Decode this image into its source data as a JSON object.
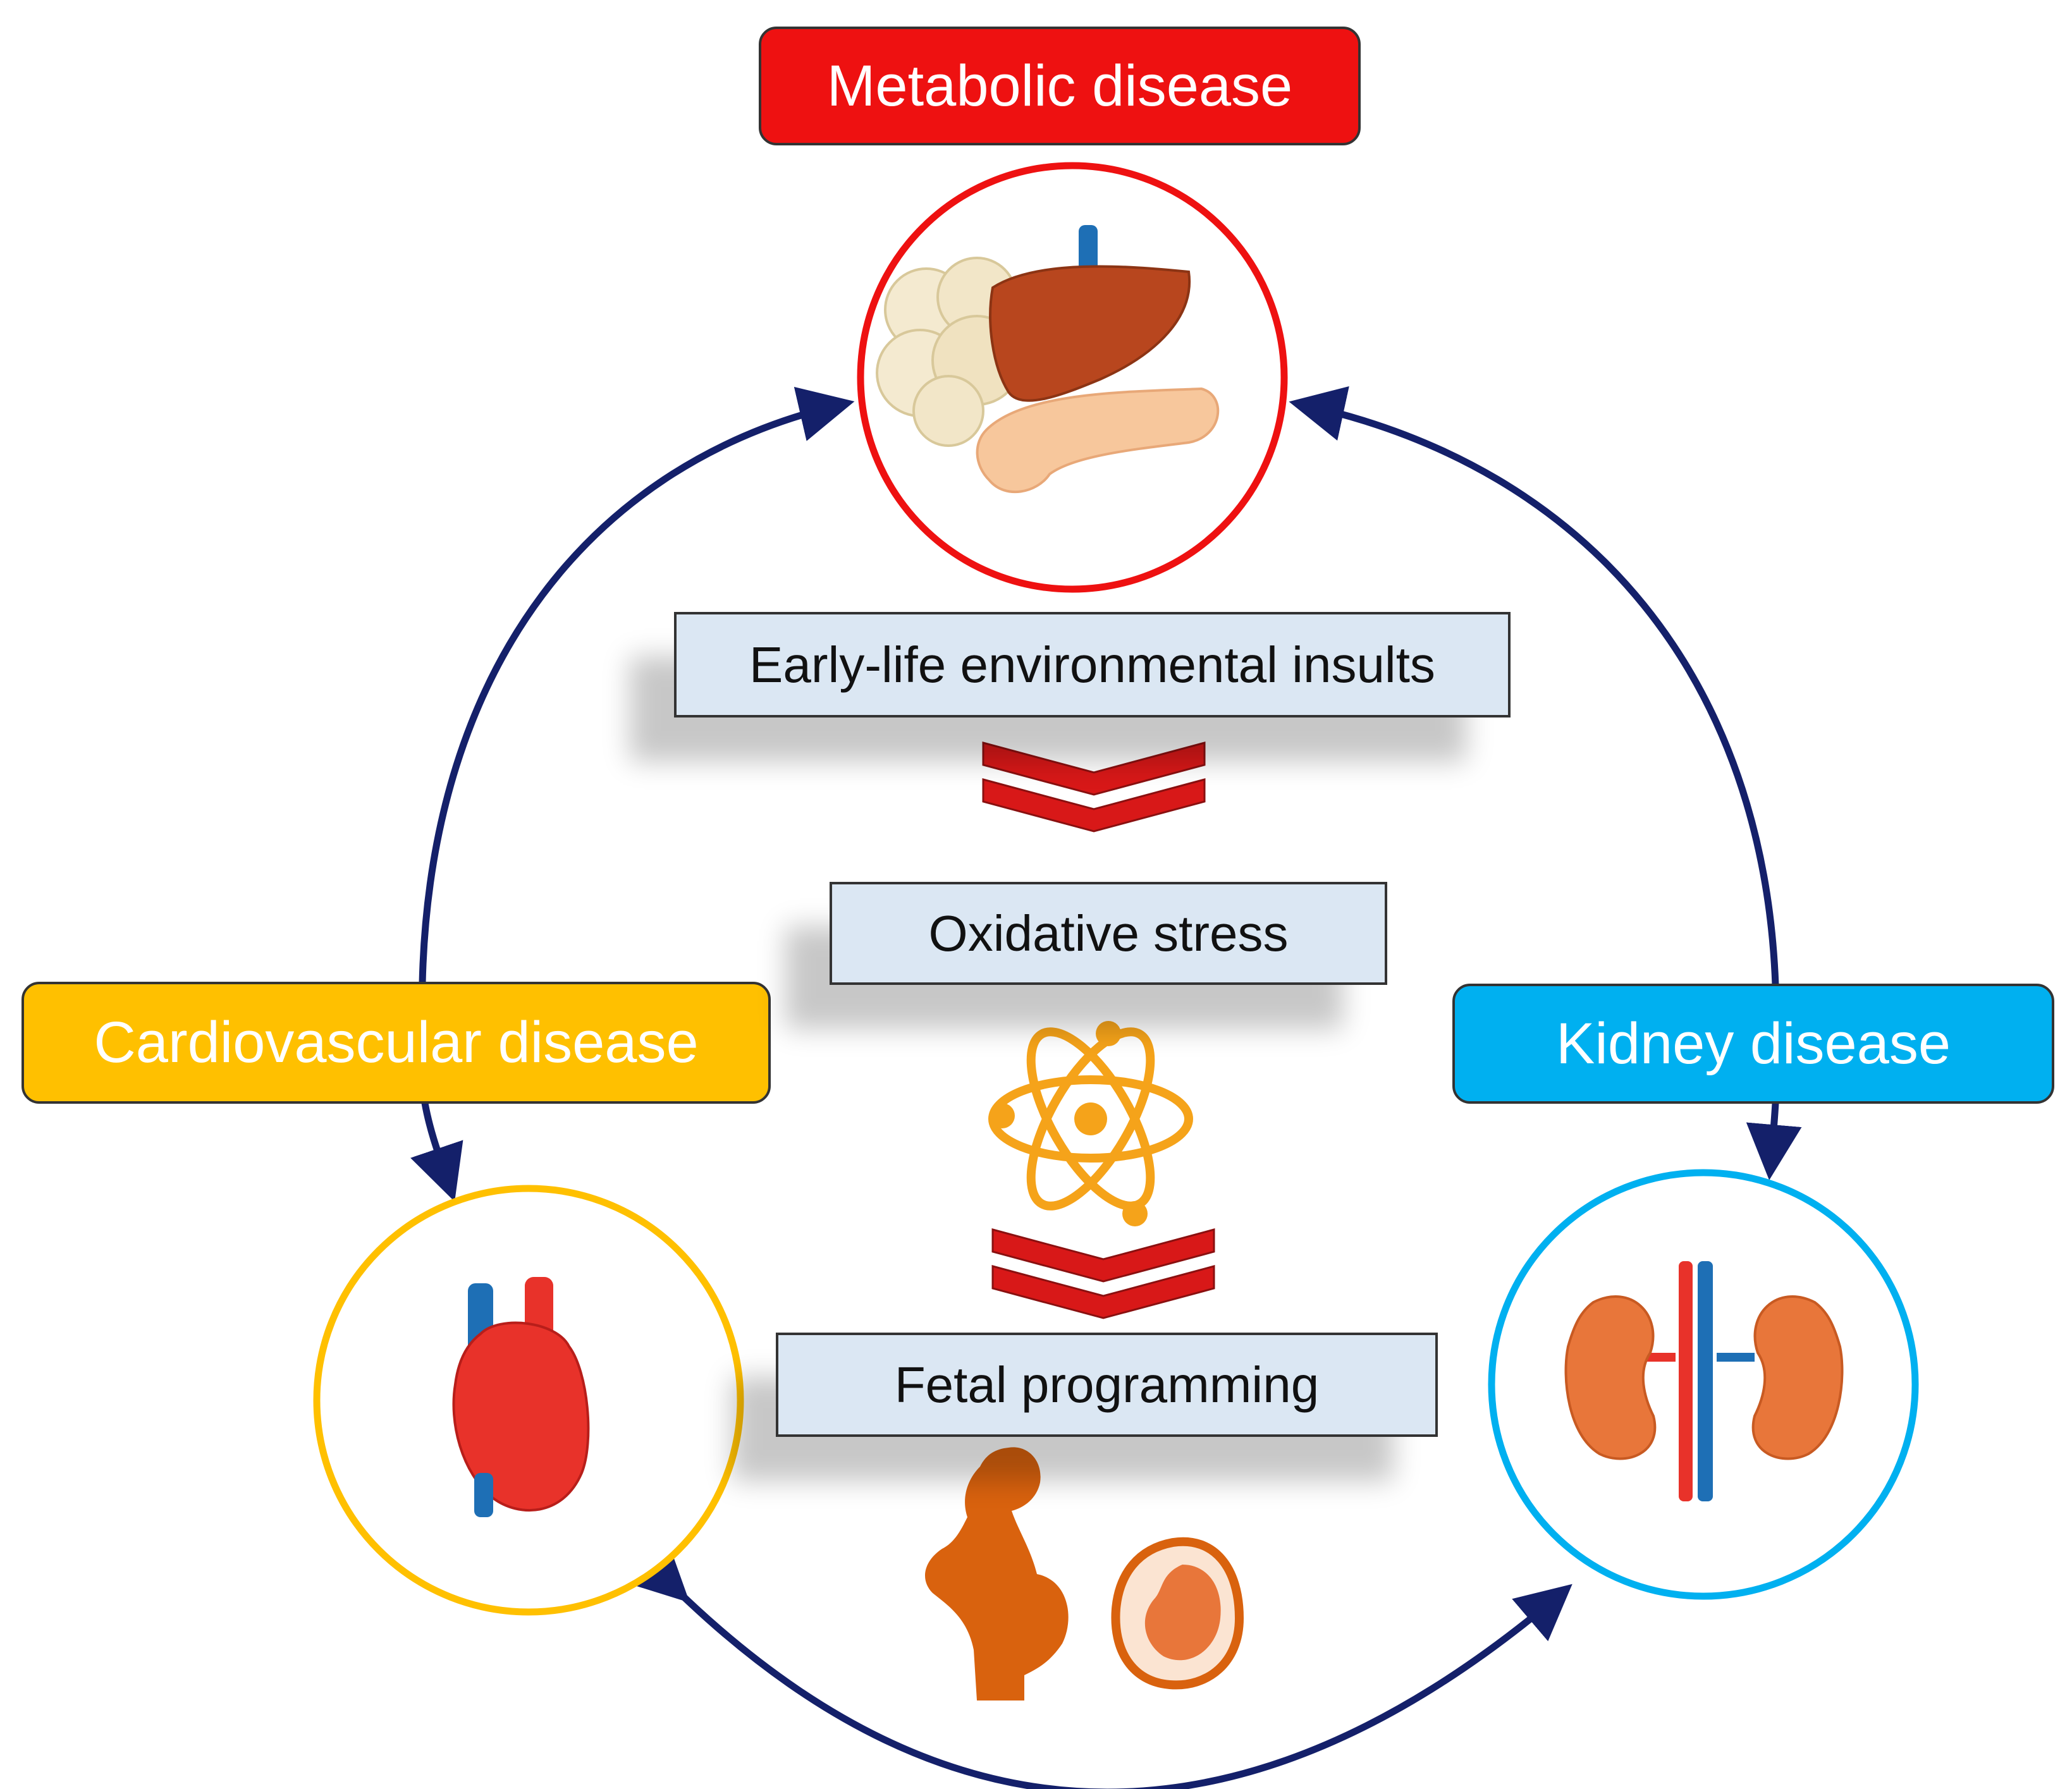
{
  "nodes": {
    "metabolic": {
      "label": "Metabolic disease",
      "color": "#ee1111"
    },
    "cardiovascular": {
      "label": "Cardiovascular disease",
      "color": "#ffc000"
    },
    "kidney": {
      "label": "Kidney disease",
      "color": "#00b0f0"
    }
  },
  "steps": [
    {
      "label": "Early-life  environmental  insults"
    },
    {
      "label": "Oxidative  stress"
    },
    {
      "label": "Fetal programming"
    }
  ],
  "colors": {
    "arrow": "#14206a",
    "chevron": "#d81818",
    "icon_orange": "#f5a31a",
    "silhouette": "#d9620e"
  },
  "icons": {
    "metabolic": "liver-pancreas-adipose-icon",
    "cardiovascular": "heart-icon",
    "kidney": "kidneys-icon",
    "oxidative": "atom-icon",
    "fetal": "pregnant-woman-fetus-icon"
  }
}
